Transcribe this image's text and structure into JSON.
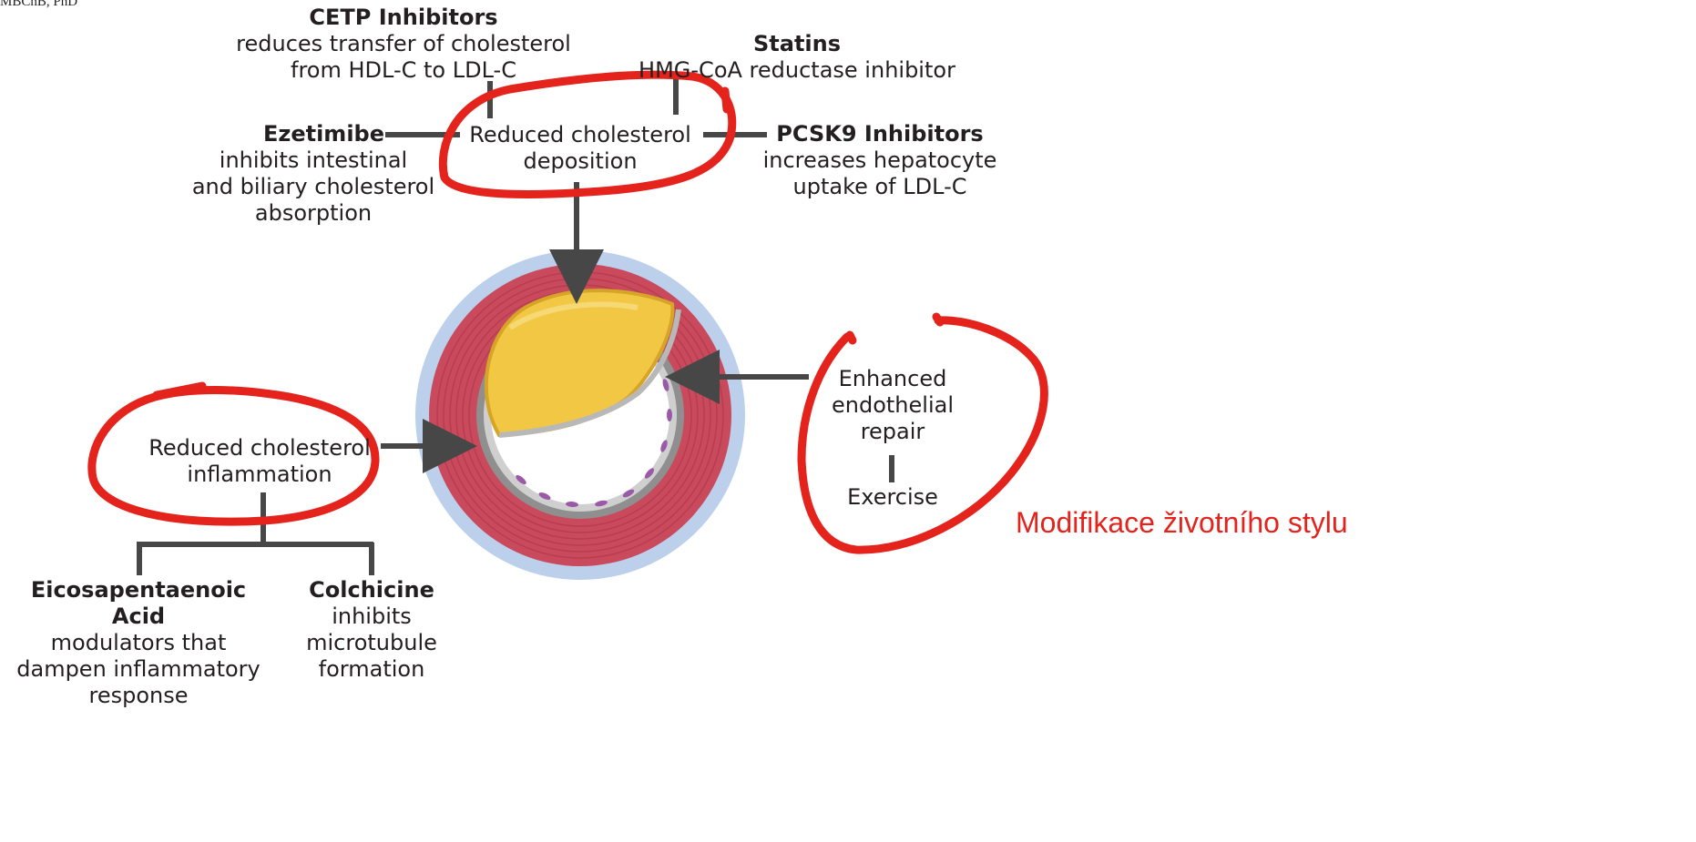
{
  "corner_text": "MBChB, PhD",
  "top": {
    "cetp": {
      "title": "CETP Inhibitors",
      "line1": "reduces transfer of cholesterol",
      "line2": "from HDL-C to LDL-C"
    },
    "statins": {
      "title": "Statins",
      "line1": "HMG-CoA reductase inhibitor"
    },
    "ezetimibe": {
      "title": "Ezetimibe",
      "line1": "inhibits intestinal",
      "line2": "and biliary cholesterol",
      "line3": "absorption"
    },
    "pcsk9": {
      "title": "PCSK9 Inhibitors",
      "line1": "increases hepatocyte",
      "line2": "uptake of LDL-C"
    },
    "center": {
      "line1": "Reduced cholesterol",
      "line2": "deposition"
    }
  },
  "left": {
    "center": {
      "line1": "Reduced cholesterol",
      "line2": "inflammation"
    },
    "epa": {
      "title1": "Eicosapentaenoic",
      "title2": "Acid",
      "line1": "modulators that",
      "line2": "dampen inflammatory",
      "line3": "response"
    },
    "colchicine": {
      "title": "Colchicine",
      "line1": "inhibits",
      "line2": "microtubule",
      "line3": "formation"
    }
  },
  "right": {
    "center": {
      "line1": "Enhanced",
      "line2": "endothelial",
      "line3": "repair"
    },
    "exercise": "Exercise",
    "annotation": "Modifikace životního stylu"
  },
  "colors": {
    "annotation": "#e3231c",
    "connector": "#474747",
    "plaque": "#f2c744",
    "media": "#c94a5c",
    "adventitia": "#b9cdea"
  }
}
